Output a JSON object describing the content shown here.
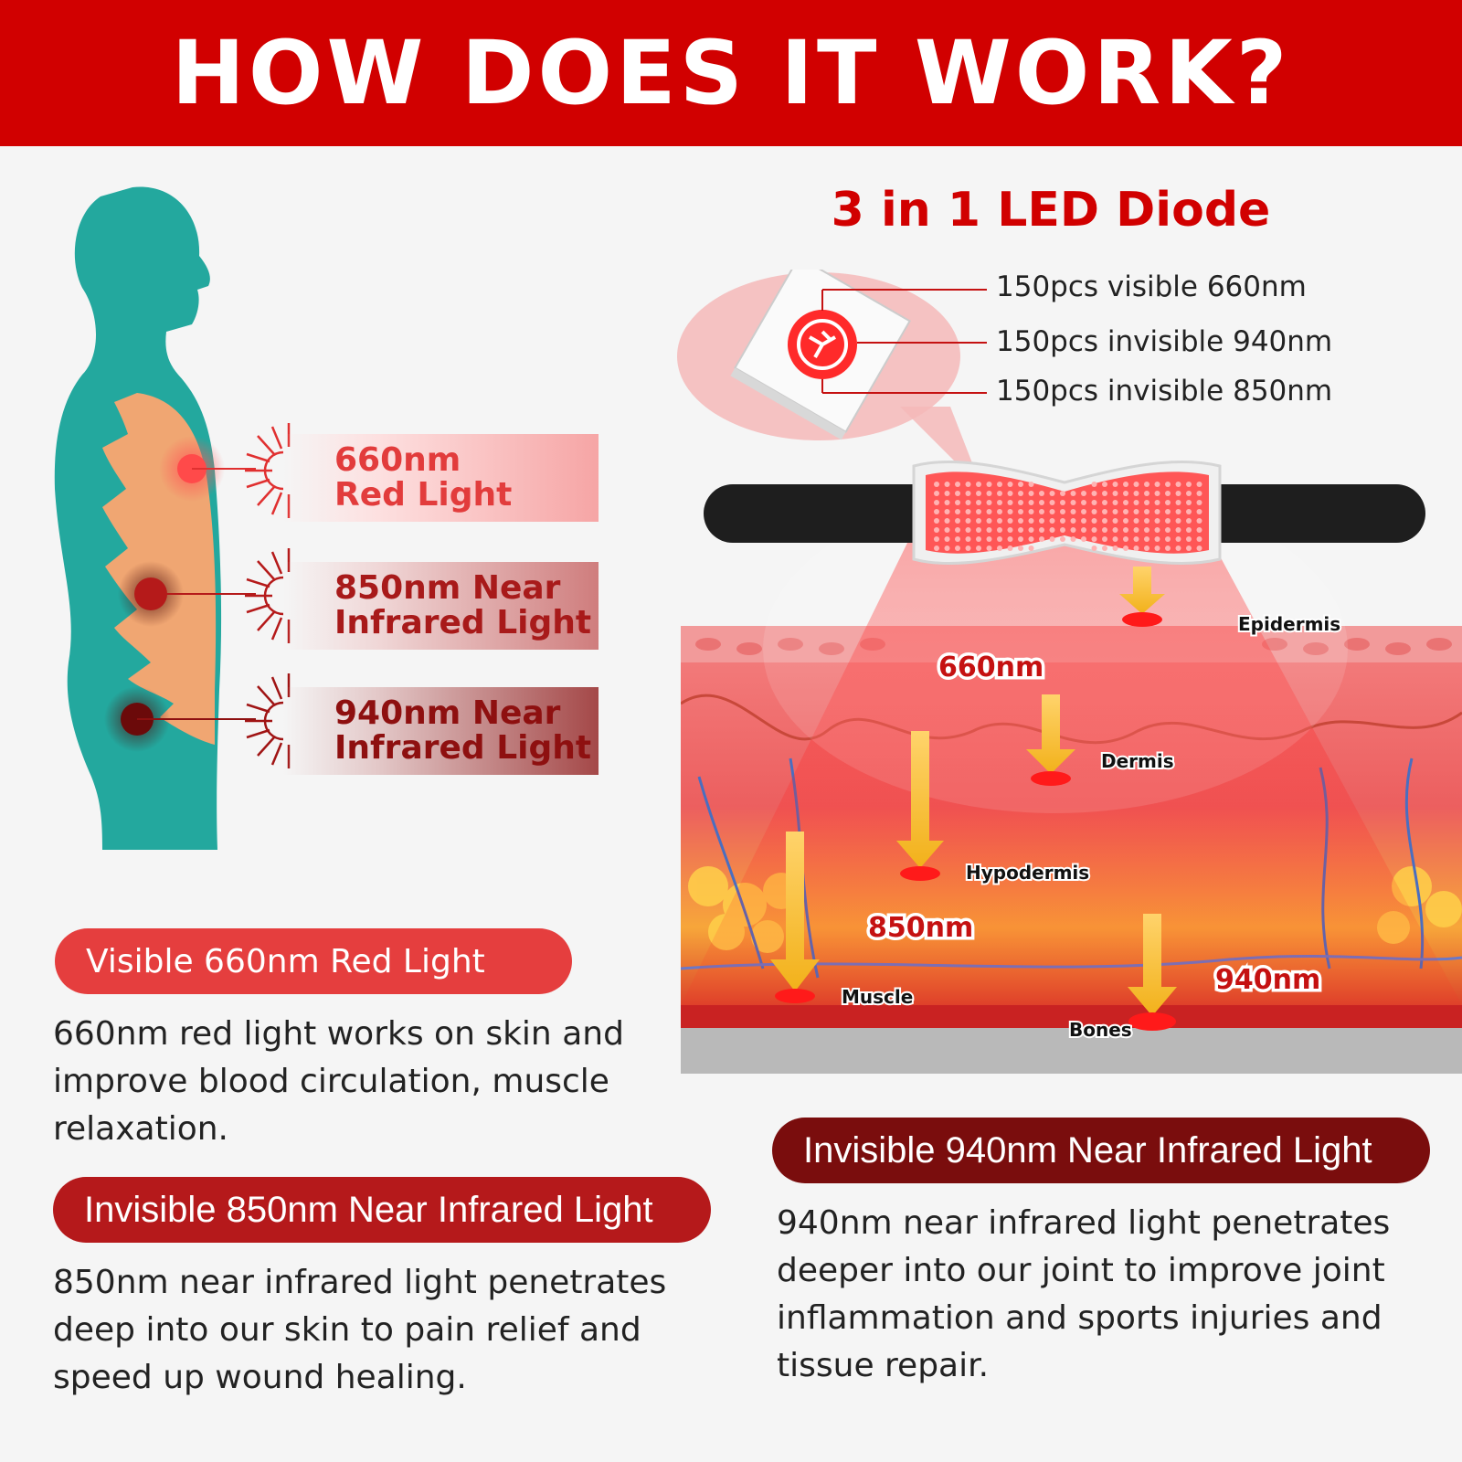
{
  "header": {
    "title": "HOW DOES IT WORK?"
  },
  "diode": {
    "title": "3 in 1 LED Diode",
    "specs": [
      "150pcs visible 660nm",
      "150pcs invisible 940nm",
      "150pcs invisible 850nm"
    ]
  },
  "bands": [
    {
      "line1": "660nm",
      "line2": "Red Light"
    },
    {
      "line1": "850nm Near",
      "line2": "Infrared Light"
    },
    {
      "line1": "940nm Near",
      "line2": "Infrared Light"
    }
  ],
  "skin": {
    "layers": [
      "Epidermis",
      "Dermis",
      "Hypodermis",
      "Muscle",
      "Bones"
    ],
    "wavelengths": [
      "660nm",
      "850nm",
      "940nm"
    ]
  },
  "sections": [
    {
      "title": "Visible 660nm Red Light",
      "desc": "660nm red light works on skin and improve blood circulation, muscle relaxation."
    },
    {
      "title": "Invisible 850nm Near Infrared Light",
      "desc": "850nm near infrared light penetrates deep into our skin to pain relief and speed up wound healing."
    },
    {
      "title": "Invisible 940nm Near Infrared Light",
      "desc": "940nm near infrared light penetrates deeper into our joint to improve joint inflammation and sports injuries and tissue repair."
    }
  ],
  "colors": {
    "brand_red": "#d10000",
    "body_teal": "#23a89e",
    "light_660": "#ff4a4a",
    "light_850": "#b51a1a",
    "light_940": "#7a0d0d"
  }
}
